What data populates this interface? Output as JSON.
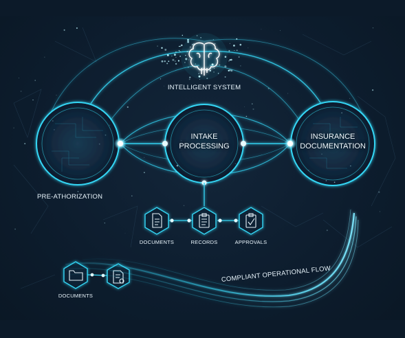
{
  "title": "INTELLIGENT SYSTEM",
  "nodes": {
    "pre_authorization": "PRE-ATHORIZATION",
    "intake_line1": "INTAKE",
    "intake_line2": "PROCESSING",
    "insurance_line1": "INSURANCE",
    "insurance_line2": "DOCUMENTATION"
  },
  "steps": [
    {
      "label": "DOCUMENTS",
      "icon": "document-icon"
    },
    {
      "label": "RECORDS",
      "icon": "clipboard-icon"
    },
    {
      "label": "APPROVALS",
      "icon": "checklist-icon"
    }
  ],
  "flow": {
    "label": "COMPLIANT OPERATIONAL FLOW",
    "start_label": "DOCUMENTS",
    "icons": [
      "folder-icon",
      "signed-document-icon"
    ]
  },
  "colors": {
    "background": "#0d1d2e",
    "accent": "#35d6f5",
    "glow": "#7fe9ff"
  }
}
